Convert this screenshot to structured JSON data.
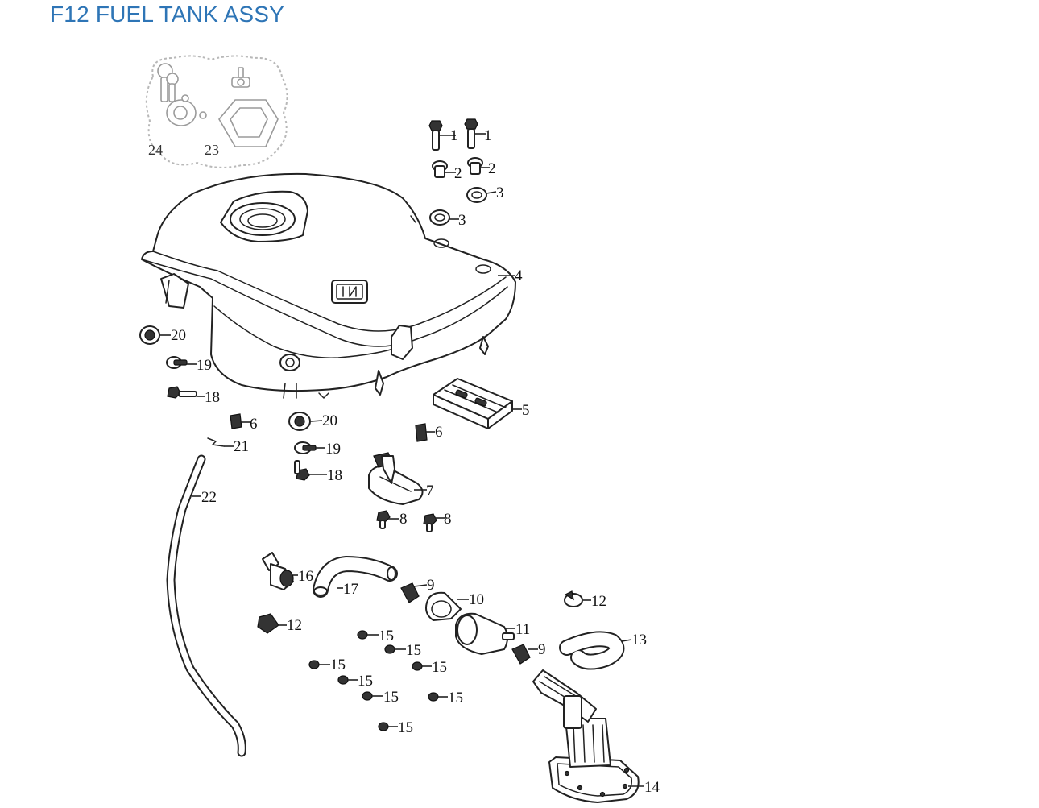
{
  "header": {
    "title": "F12 FUEL TANK ASSY"
  },
  "callouts": {
    "c1": "1",
    "c2": "2",
    "c3": "3",
    "c4": "4",
    "c5": "5",
    "c6": "6",
    "c7": "7",
    "c8": "8",
    "c9": "9",
    "c10": "10",
    "c11": "11",
    "c12": "12",
    "c13": "13",
    "c14": "14",
    "c15": "15",
    "c16": "16",
    "c17": "17",
    "c18": "18",
    "c19": "19",
    "c20": "20",
    "c21": "21",
    "c22": "22",
    "c23": "23",
    "c24": "24"
  },
  "colors": {
    "title": "#2e75b6",
    "line": "#222222",
    "inset": "#9a9a9a"
  }
}
